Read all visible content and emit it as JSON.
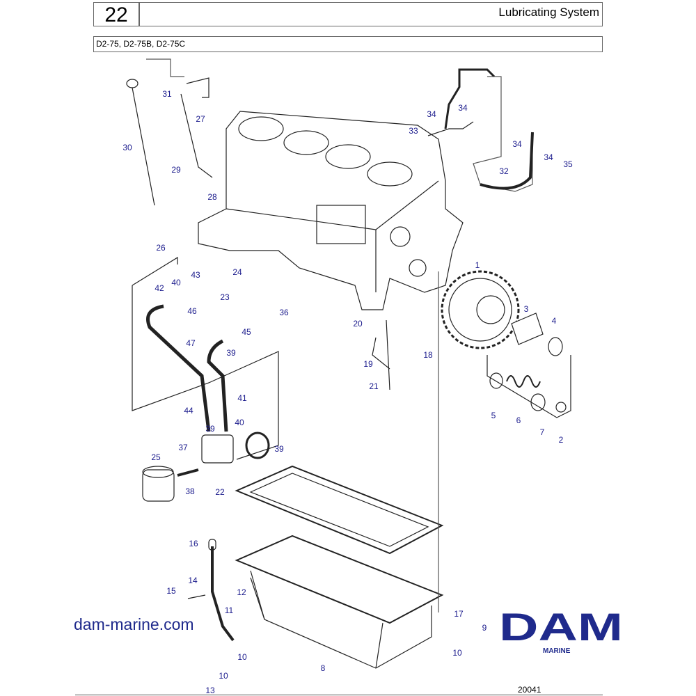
{
  "header": {
    "section_number": "22",
    "title": "Lubricating System",
    "models": "D2-75, D2-75B, D2-75C"
  },
  "callouts": [
    "1",
    "2",
    "3",
    "4",
    "5",
    "6",
    "7",
    "8",
    "9",
    "10",
    "10",
    "10",
    "11",
    "12",
    "13",
    "14",
    "15",
    "16",
    "17",
    "18",
    "19",
    "20",
    "21",
    "22",
    "23",
    "24",
    "25",
    "26",
    "27",
    "28",
    "29",
    "30",
    "31",
    "32",
    "33",
    "34",
    "34",
    "34",
    "34",
    "35",
    "36",
    "37",
    "38",
    "39",
    "39",
    "39",
    "40",
    "40",
    "41",
    "42",
    "43",
    "44",
    "45",
    "46",
    "47"
  ],
  "footer": {
    "website": "dam-marine.com",
    "logo_text": "DAM",
    "logo_subtext": "MARINE",
    "reference_number": "20041",
    "watermark": "DAM"
  },
  "colors": {
    "callout": "#1a1a8c",
    "brand": "#1f2a8c",
    "line": "#222222"
  }
}
